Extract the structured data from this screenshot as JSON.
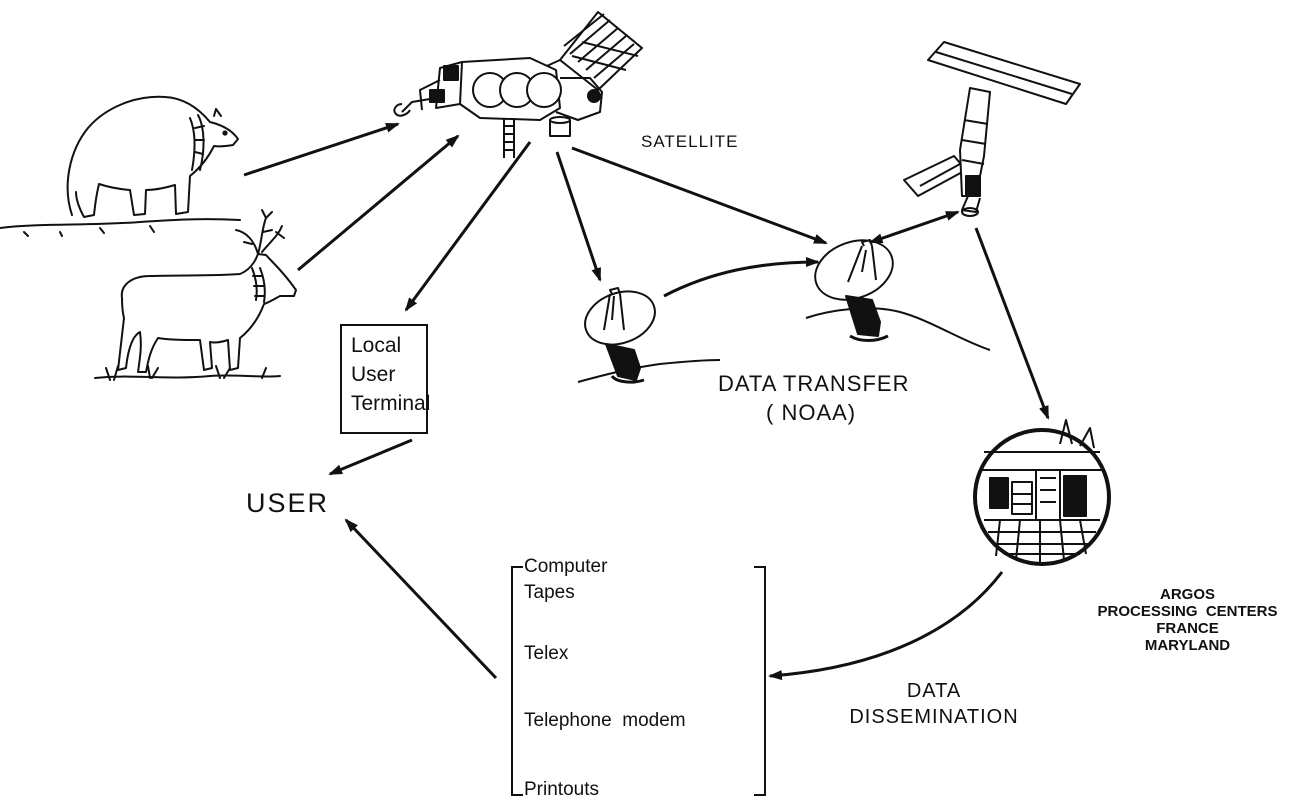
{
  "labels": {
    "satellite": "SATELLITE",
    "data_transfer": "DATA TRANSFER",
    "noaa": "( NOAA)",
    "user": "USER",
    "data": "DATA",
    "dissemination": "DISSEMINATION",
    "argos_lines": [
      "ARGOS",
      "PROCESSING  CENTERS",
      "FRANCE",
      "MARYLAND"
    ]
  },
  "local_terminal": {
    "lines": [
      "Local",
      "User",
      "Terminal"
    ]
  },
  "dissemination_media": [
    "Computer Tapes",
    "Telex",
    "Telephone  modem",
    "Printouts"
  ],
  "colors": {
    "ink": "#111111",
    "paper": "#ffffff"
  }
}
